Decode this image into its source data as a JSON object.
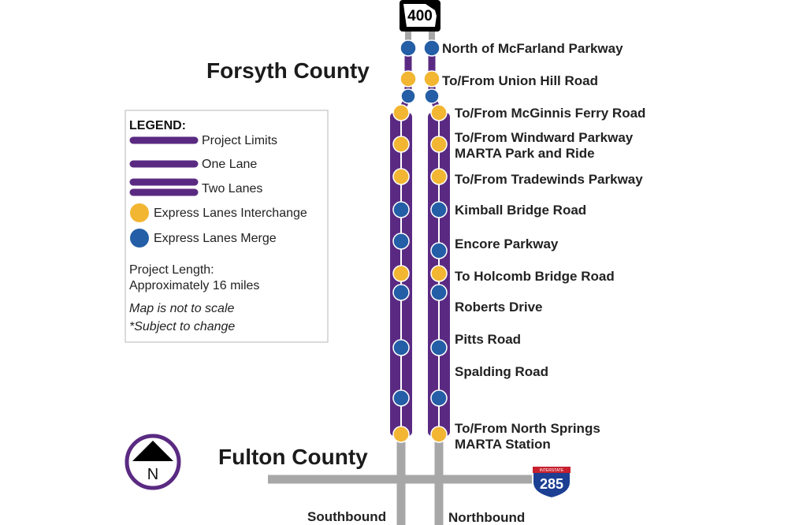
{
  "colors": {
    "purple": "#5a2a82",
    "interchange": "#f2b632",
    "merge": "#245ea6",
    "road_gray": "#a7a7a7"
  },
  "route_shield": "400",
  "interstate_shield": {
    "top": "INTERSTATE",
    "number": "285"
  },
  "counties": {
    "north": "Forsyth County",
    "south": "Fulton County"
  },
  "directions": {
    "southbound": "Southbound",
    "northbound": "Northbound"
  },
  "compass": {
    "label": "N"
  },
  "legend": {
    "title": "LEGEND:",
    "items": [
      "Project Limits",
      "One Lane",
      "Two Lanes",
      "Express Lanes Interchange",
      "Express Lanes Merge"
    ],
    "length_label": "Project Length:",
    "length_value": "Approximately 16 miles",
    "note1": "Map is not to scale",
    "note2": "*Subject to change"
  },
  "locations": [
    {
      "lines": [
        "North of McFarland Parkway"
      ],
      "sb": "merge",
      "nb": "merge"
    },
    {
      "lines": [
        "To/From Union Hill Road"
      ],
      "sb": "interchange",
      "nb": "interchange"
    },
    {
      "lines": [
        "To/From McGinnis Ferry Road"
      ],
      "sb": "interchange",
      "nb": "interchange"
    },
    {
      "lines": [
        "To/From Windward Parkway",
        "MARTA Park and Ride"
      ],
      "sb": "interchange",
      "nb": "interchange"
    },
    {
      "lines": [
        "To/From Tradewinds Parkway"
      ],
      "sb": "interchange",
      "nb": "interchange"
    },
    {
      "lines": [
        "Kimball Bridge Road"
      ],
      "sb": "merge",
      "nb": "merge"
    },
    {
      "lines": [
        "Encore Parkway"
      ],
      "sb": "merge",
      "nb": "merge"
    },
    {
      "lines": [
        "To Holcomb Bridge Road"
      ],
      "sb": "interchange",
      "nb": "interchange"
    },
    {
      "lines": [
        "Roberts Drive"
      ],
      "sb": "merge",
      "nb": "merge"
    },
    {
      "lines": [
        "Pitts Road"
      ],
      "sb": "merge",
      "nb": "merge"
    },
    {
      "lines": [
        "Spalding Road"
      ],
      "sb": "none",
      "nb": "none"
    },
    {
      "lines": [
        "To/From North Springs",
        "MARTA Station"
      ],
      "sb": "interchange",
      "nb": "interchange"
    }
  ]
}
